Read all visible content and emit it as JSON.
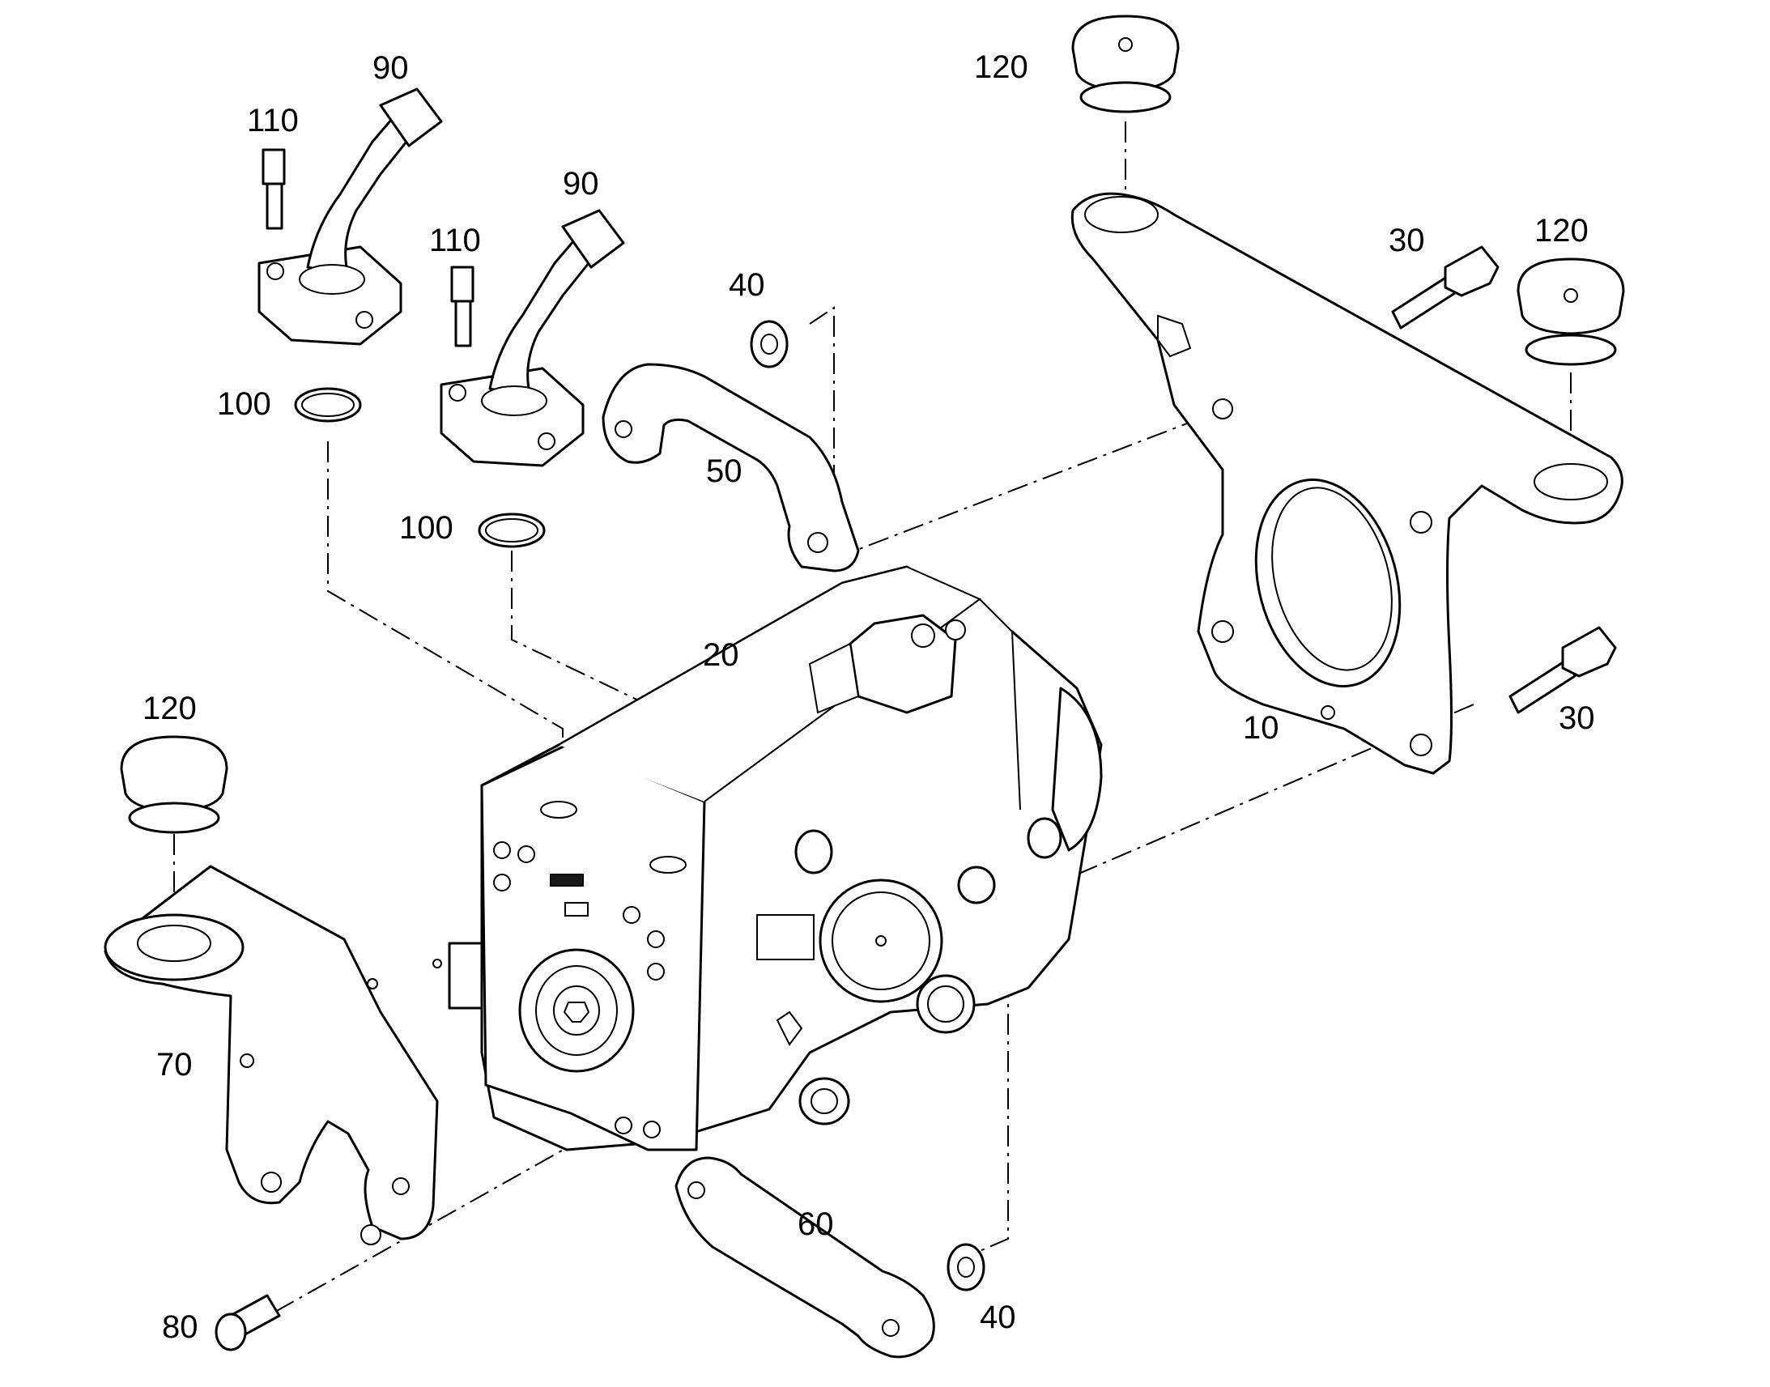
{
  "labels": {
    "p10": "10",
    "p20": "20",
    "p30a": "30",
    "p30b": "30",
    "p40a": "40",
    "p40b": "40",
    "p50": "50",
    "p60": "60",
    "p70": "70",
    "p80": "80",
    "p90a": "90",
    "p90b": "90",
    "p100a": "100",
    "p100b": "100",
    "p110a": "110",
    "p110b": "110",
    "p120a": "120",
    "p120b": "120",
    "p120c": "120"
  }
}
